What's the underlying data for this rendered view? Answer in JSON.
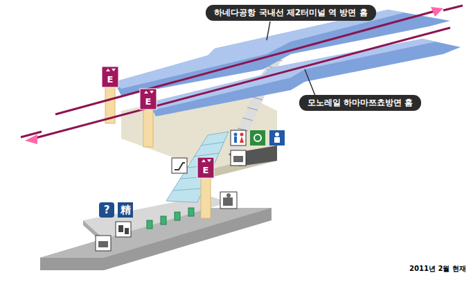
{
  "diagram": {
    "nodes": [
      {
        "text": [
          "하네다공항 국내선 제2터미널 역 방면 홈"
        ]
      },
      {
        "text": [
          "모노레일 하마마쯔쵸방면 홈"
        ]
      }
    ],
    "edges": [],
    "labels": [
      "E",
      "E",
      "E",
      "?",
      "精",
      "2011년 2월 현재"
    ]
  }
}
